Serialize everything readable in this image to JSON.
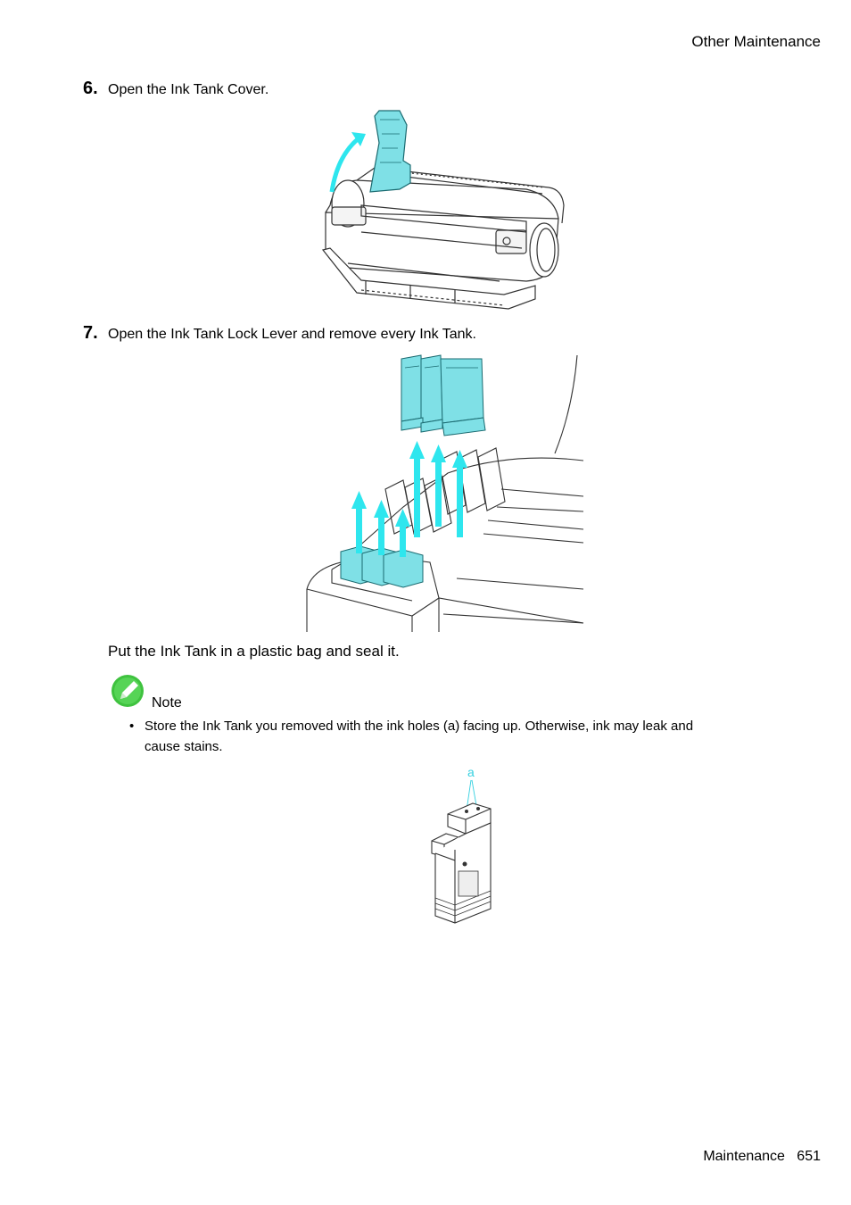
{
  "header": {
    "section": "Other  Maintenance"
  },
  "steps": [
    {
      "number": "6.",
      "text": "Open the Ink Tank Cover."
    },
    {
      "number": "7.",
      "text": "Open the Ink Tank Lock Lever and remove every Ink Tank."
    }
  ],
  "instruction": "Put the Ink Tank in a plastic bag and seal it.",
  "note": {
    "label": "Note",
    "bullet": "•",
    "lines": [
      "Store the Ink Tank you removed with the ink holes (a) facing up.  Otherwise, ink may leak and",
      "cause stains."
    ]
  },
  "figure3": {
    "callout": "a"
  },
  "footer": {
    "chapter": "Maintenance",
    "page": "651"
  },
  "colors": {
    "tank": "#7fe0e6",
    "arrow": "#2ee6ee",
    "note_icon": "#3fc23f",
    "line": "#333333",
    "callout": "#35d0e0"
  }
}
